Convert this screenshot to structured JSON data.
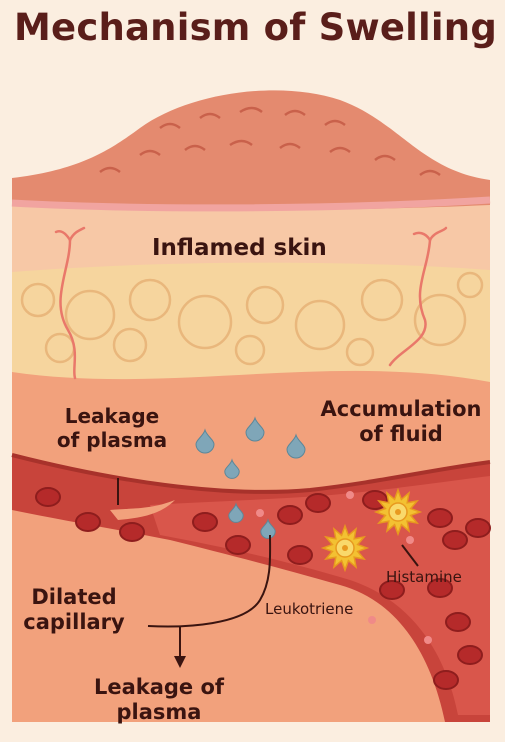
{
  "title": "Mechanism of Swelling",
  "labels": {
    "inflamed_skin": "Inflamed skin",
    "leakage_top_line1": "Leakage",
    "leakage_top_line2": "of plasma",
    "accumulation_line1": "Accumulation",
    "accumulation_line2": "of fluid",
    "dilated_line1": "Dilated",
    "dilated_line2": "capillary",
    "leakage_bottom_line1": "Leakage of",
    "leakage_bottom_line2": "plasma",
    "leukotriene": "Leukotriene",
    "histamine": "Histamine"
  },
  "colors": {
    "background": "#fbeee0",
    "epidermis": "#e48a6f",
    "dermis": "#f7c8a6",
    "fat_layer": "#f6d59e",
    "tissue": "#f2a17c",
    "vessel": "#c8443b",
    "blood_cell": "#b52a2a",
    "plasma_drop": "#7fa6b8",
    "mediator": "#f3c132"
  }
}
